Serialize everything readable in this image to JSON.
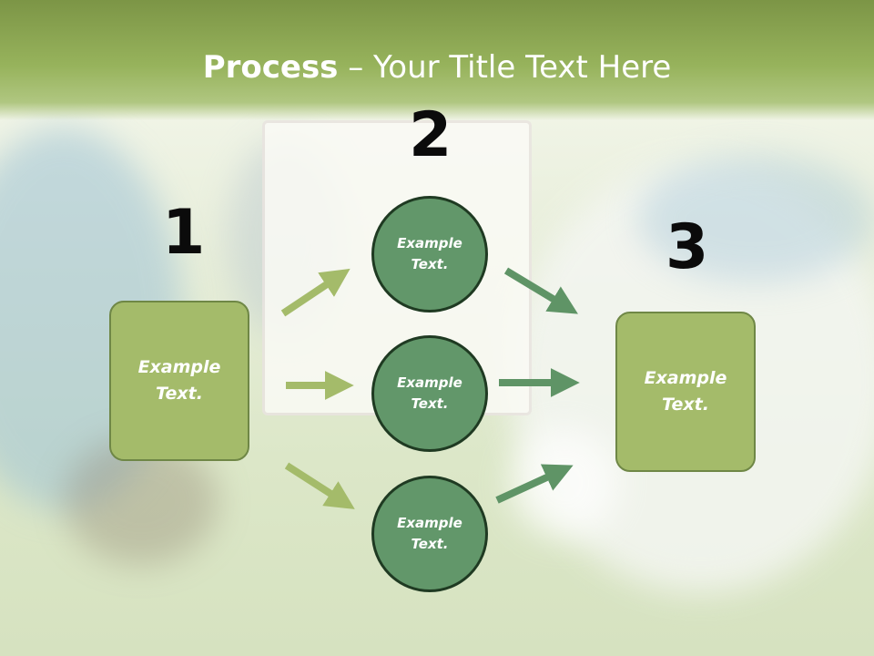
{
  "title": {
    "bold": "Process",
    "rest": " – Your Title Text Here"
  },
  "numbers": {
    "one": "1",
    "two": "2",
    "three": "3"
  },
  "boxes": {
    "left": "Example\nText.",
    "right": "Example\nText."
  },
  "circles": {
    "top": "Example\nText.",
    "middle": "Example\nText.",
    "bottom": "Example\nText."
  },
  "colors": {
    "title_band": "#8fab54",
    "box_fill": "#a4bb6a",
    "circle_fill": "#62976a",
    "arrow_light": "#a4bb6a",
    "arrow_dark": "#5f9466"
  }
}
